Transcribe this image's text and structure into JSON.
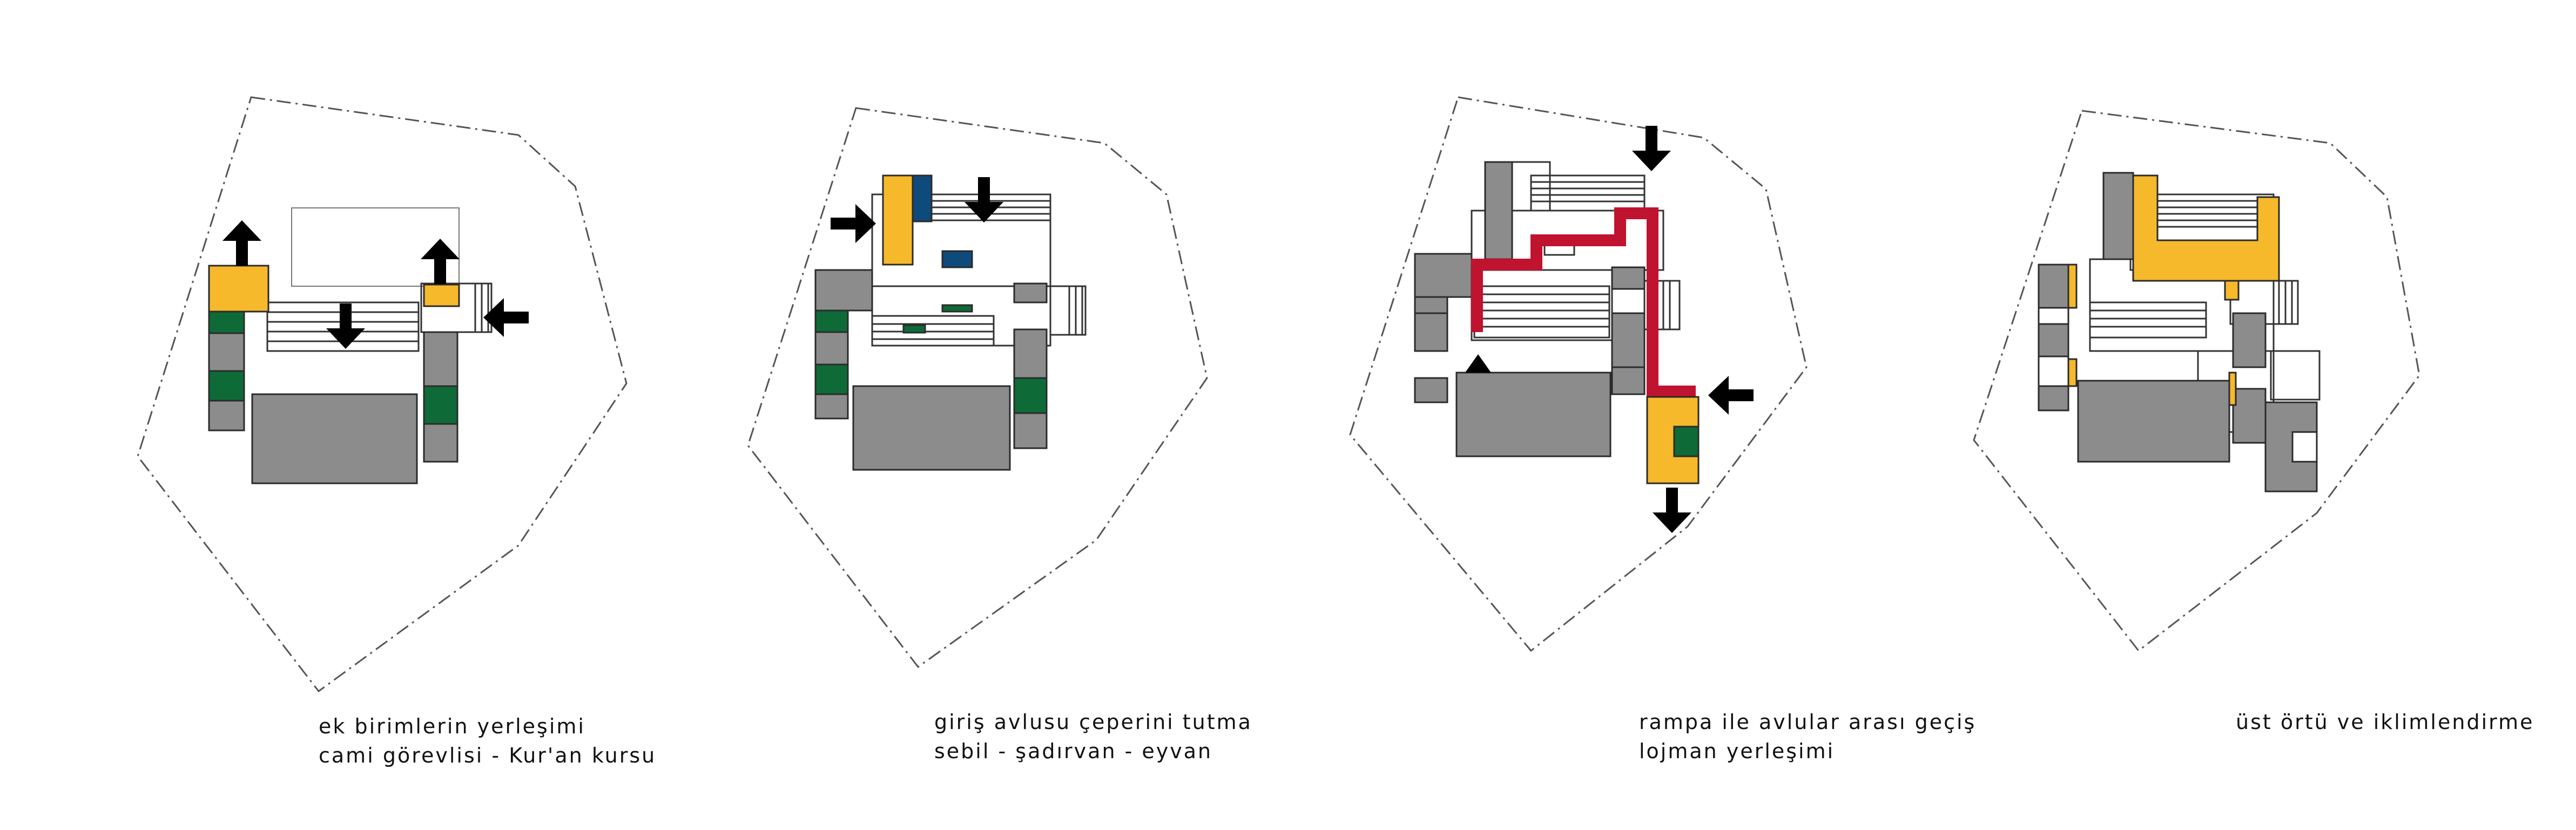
{
  "colors": {
    "gray": "#8c8c8c",
    "yellow": "#f6b92b",
    "green": "#0e6b37",
    "blue": "#0f4a7c",
    "red": "#bf1330",
    "stroke": "#2b2b2b",
    "boundary": "#555555"
  },
  "panels": [
    {
      "lines": [
        "ek birimlerin yerleşimi",
        "cami görevlisi - Kur'an kursu"
      ],
      "highlights": [
        "yellow",
        "green"
      ]
    },
    {
      "lines": [
        "giriş avlusu çeperini tutma",
        "sebil - şadırvan - eyvan"
      ],
      "highlights": [
        "yellow",
        "blue",
        "green"
      ]
    },
    {
      "lines": [
        "rampa ile avlular arası geçiş",
        "lojman yerleşimi"
      ],
      "highlights": [
        "red",
        "yellow",
        "green"
      ]
    },
    {
      "lines": [
        "üst örtü ve iklimlendirme"
      ],
      "highlights": [
        "yellow"
      ]
    }
  ]
}
